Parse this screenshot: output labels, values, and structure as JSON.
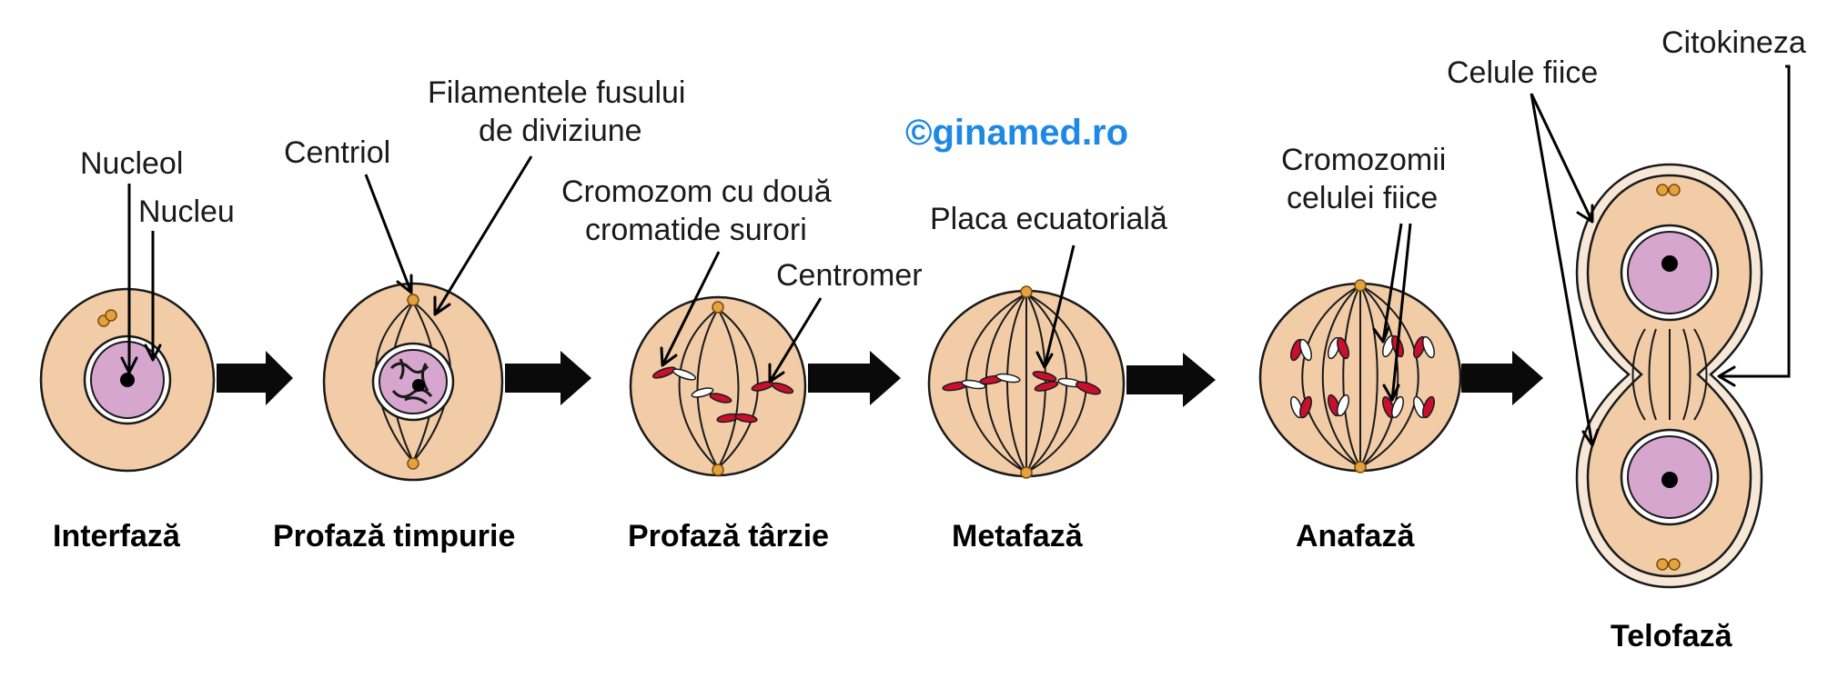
{
  "brand": {
    "text": "©ginamed.ro",
    "color": "#1e88e5"
  },
  "stages": {
    "interphase": "Interfază",
    "early_prophase": "Profază timpurie",
    "late_prophase": "Profază târzie",
    "metaphase": "Metafază",
    "anaphase": "Anafază",
    "telophase": "Telofază"
  },
  "labels": {
    "nucleolus": "Nucleol",
    "nucleus": "Nucleu",
    "centriole": "Centriol",
    "spindle_line1": "Filamentele fusului",
    "spindle_line2": "de diviziune",
    "chromosome_line1": "Cromozom cu două",
    "chromosome_line2": "cromatide surori",
    "centromere": "Centromer",
    "equatorial_plate": "Placa ecuatorială",
    "daughter_chrom_line1": "Cromozomii",
    "daughter_chrom_line2": "celulei fiice",
    "daughter_cells": "Celule fiice",
    "cytokinesis": "Citokineza"
  },
  "colors": {
    "cytoplasm": "#f1cca7",
    "nucleus": "#d7a6cf",
    "centriole": "#e3a23b",
    "chromosome_red": "#c8102e",
    "arrow": "#0a0a0a"
  }
}
